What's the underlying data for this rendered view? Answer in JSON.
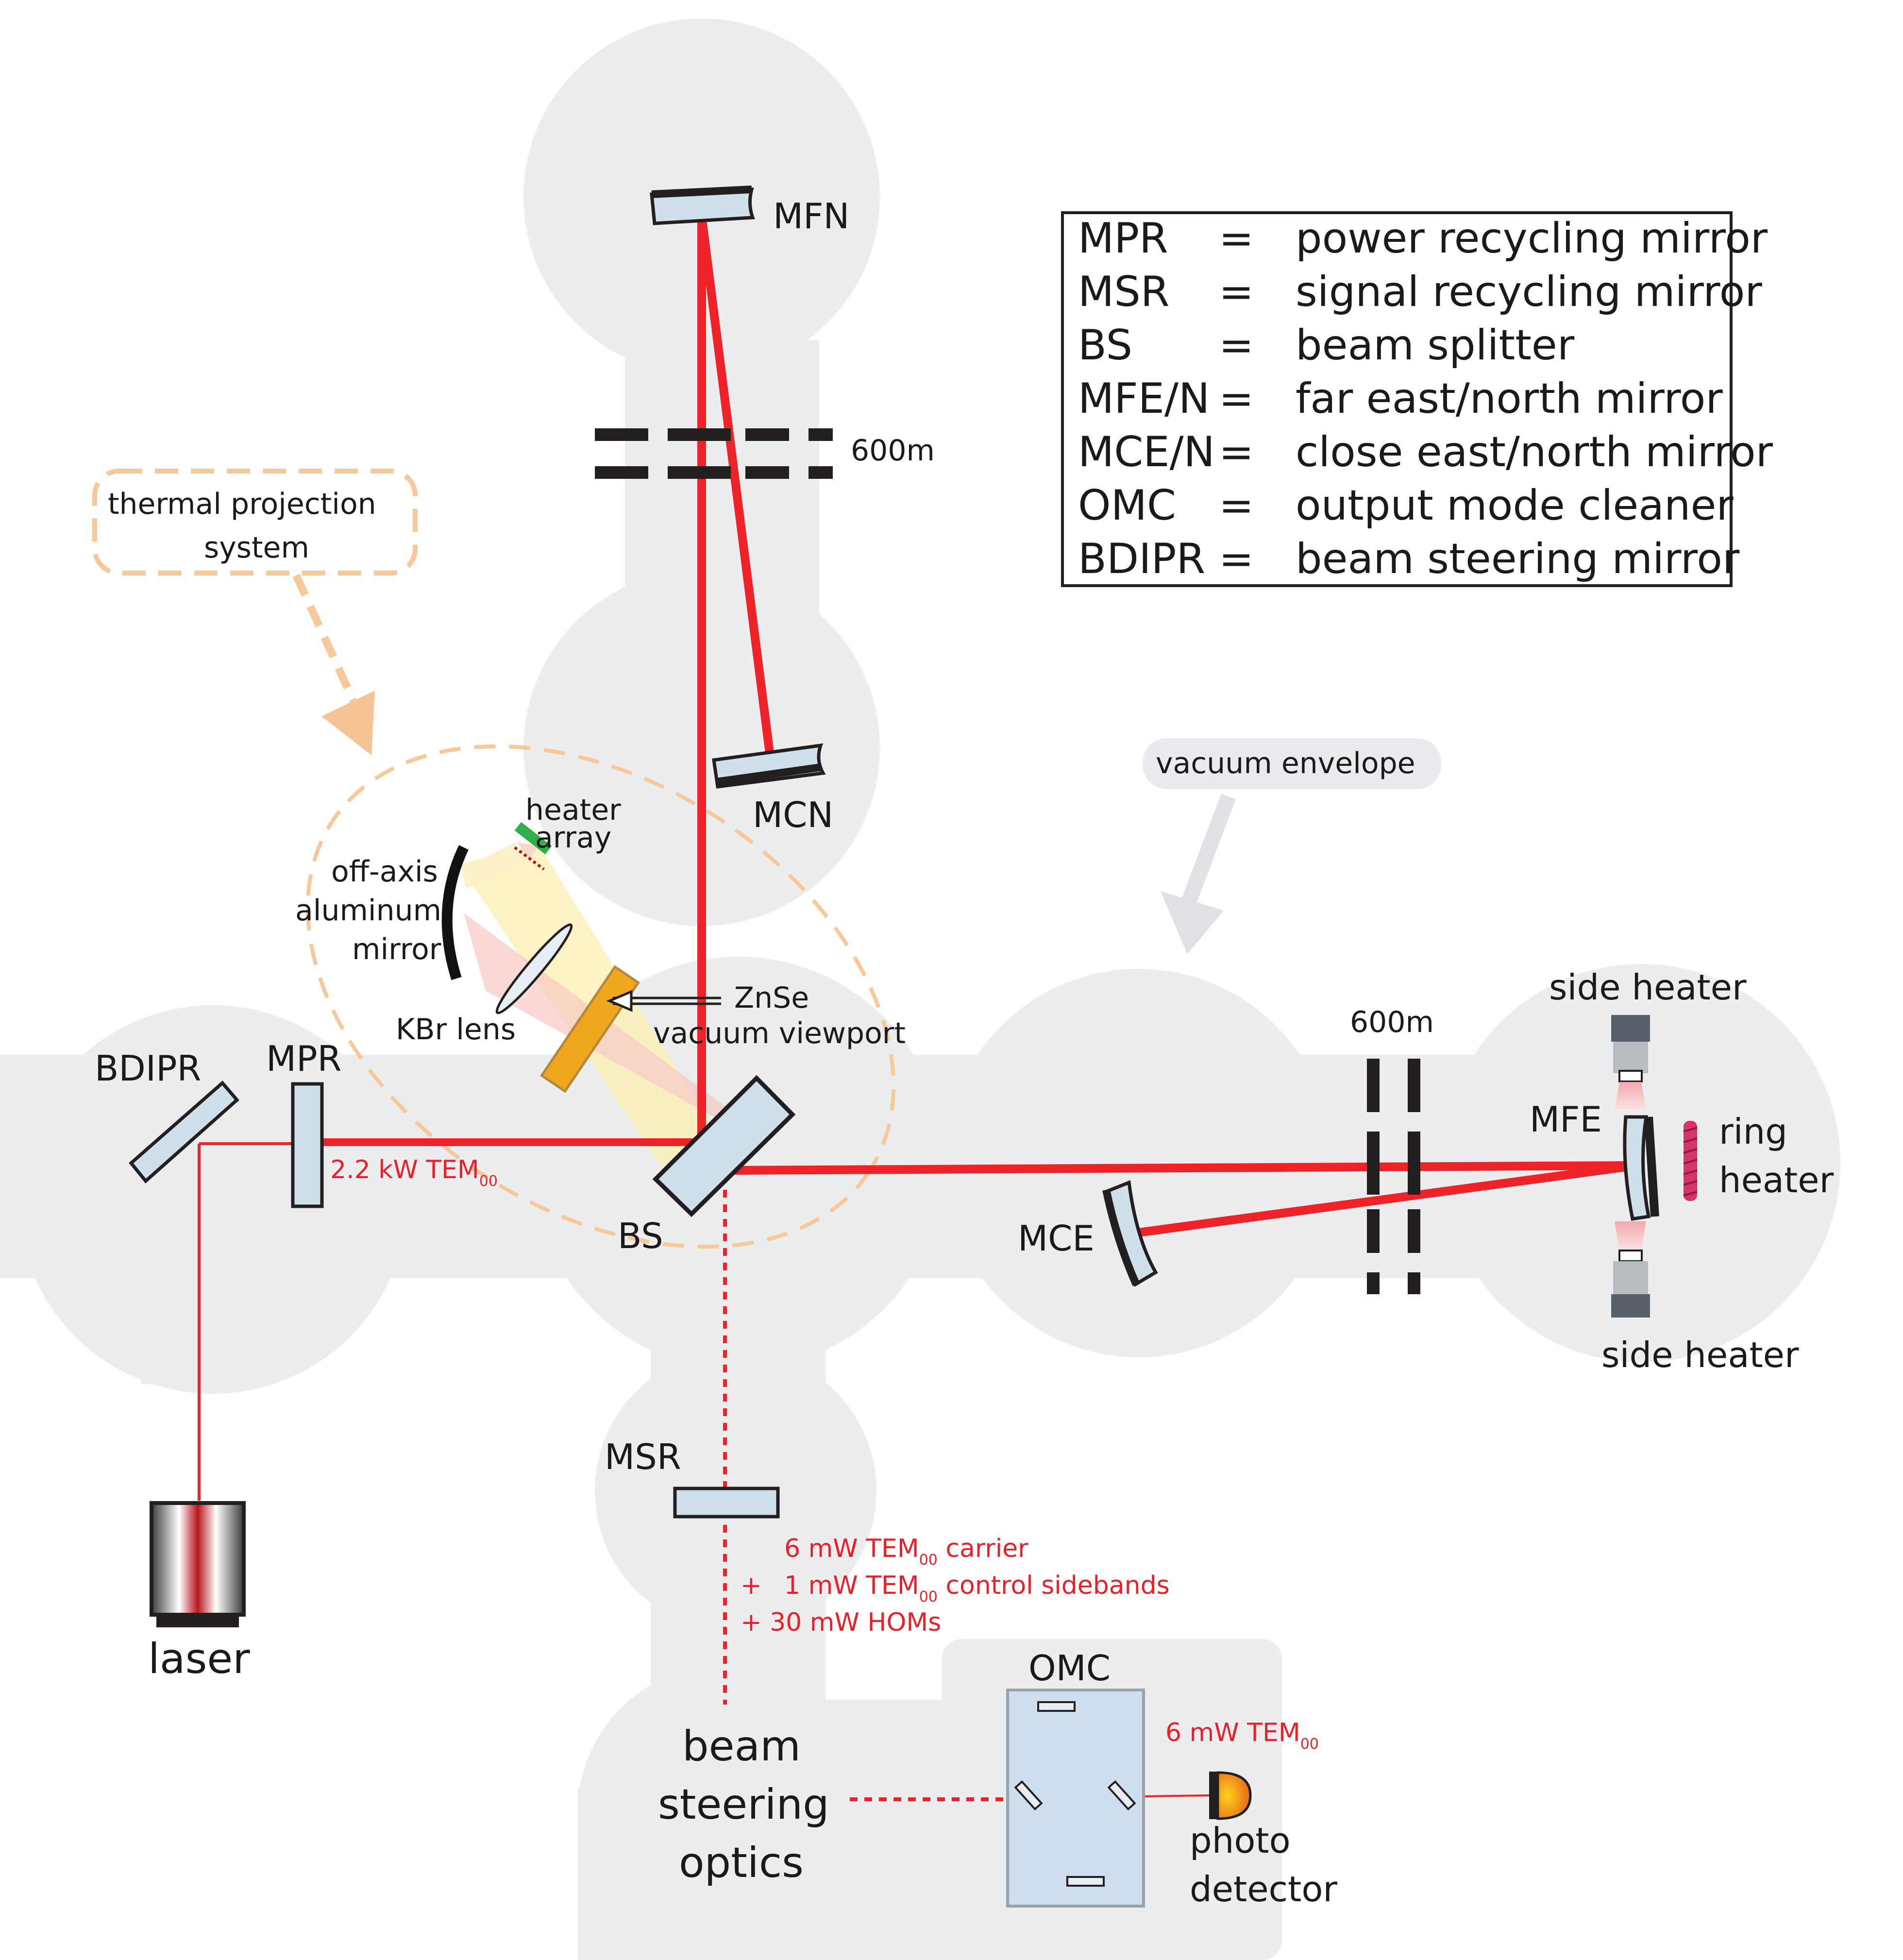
{
  "colors": {
    "envelope": "#ecedef",
    "beam": "#ee2229",
    "mirror_fill": "#cfe0ea",
    "tps_outline": "#f6c89a",
    "omc_box": "#cddfee"
  },
  "legend": {
    "rows": [
      {
        "abbr": "MPR",
        "eq": "=",
        "desc": "power recycling mirror"
      },
      {
        "abbr": "MSR",
        "eq": "=",
        "desc": "signal recycling mirror"
      },
      {
        "abbr": "BS",
        "eq": "=",
        "desc": "beam splitter"
      },
      {
        "abbr": "MFE/N",
        "eq": "=",
        "desc": "far east/north mirror"
      },
      {
        "abbr": "MCE/N",
        "eq": "=",
        "desc": "close east/north mirror"
      },
      {
        "abbr": "OMC",
        "eq": "=",
        "desc": "output mode cleaner"
      },
      {
        "abbr": "BDIPR",
        "eq": "=",
        "desc": "beam steering mirror"
      }
    ]
  },
  "labels": {
    "mfn": "MFN",
    "mcn": "MCN",
    "mfe": "MFE",
    "mce": "MCE",
    "mpr": "MPR",
    "bdipr": "BDIPR",
    "bs": "BS",
    "msr": "MSR",
    "omc": "OMC",
    "laser": "laser",
    "distance_north": "600m",
    "distance_east": "600m",
    "vacuum_envelope": "vacuum envelope",
    "side_heater_top": "side heater",
    "side_heater_bottom": "side heater",
    "ring_heater_1": "ring",
    "ring_heater_2": "heater",
    "tps_line1": "thermal  projection",
    "tps_line2": "system",
    "heater_array_1": "heater",
    "heater_array_2": "array",
    "oam_1": "off-axis",
    "oam_2": "aluminum",
    "oam_3": "mirror",
    "kbr_lens": "KBr lens",
    "znse_1": "ZnSe",
    "znse_2": "vacuum viewport",
    "beam_steering_1": "beam",
    "beam_steering_2": "steering",
    "beam_steering_3": "optics",
    "photo_1": "photo",
    "photo_2": "detector"
  },
  "beam_labels": {
    "mpr_power": "2.2 kW TEM",
    "mpr_power_sub": "00",
    "out_line1_a": "6 mW  TEM",
    "out_line1_sub": "00",
    "out_line1_b": " carrier",
    "out_line2_plus": "+",
    "out_line2_a": "1 mW  TEM",
    "out_line2_sub": "00",
    "out_line2_b": " control sidebands",
    "out_line3": "+ 30 mW  HOMs",
    "pd_a": "6 mW  TEM",
    "pd_sub": "00"
  }
}
